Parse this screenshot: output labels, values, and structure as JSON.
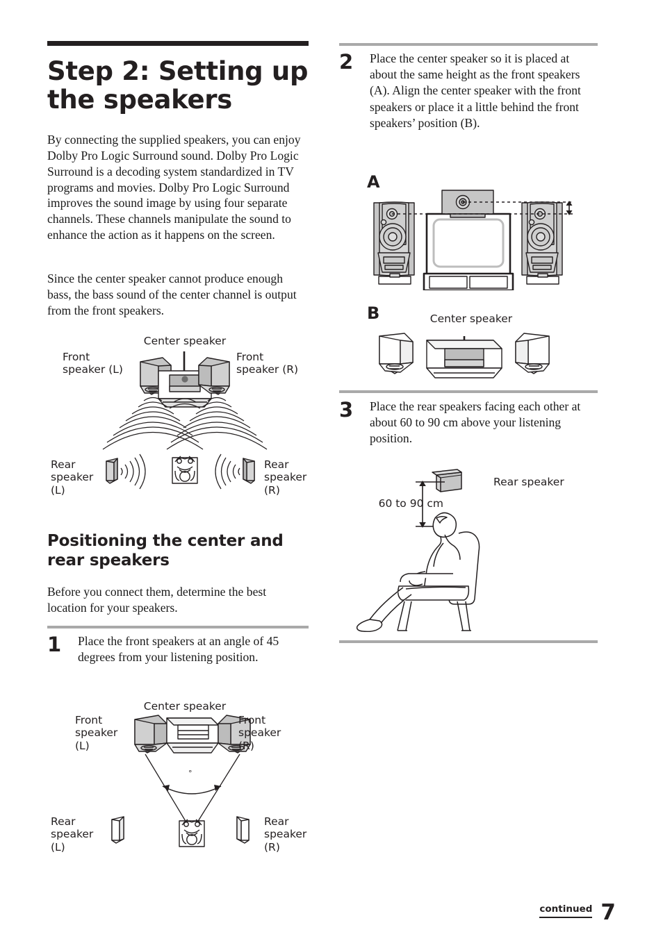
{
  "page": {
    "number": "7",
    "continued_label": "continued"
  },
  "left_column": {
    "title": "Step 2:  Setting up the speakers",
    "paragraphs": [
      "By connecting the supplied speakers, you can enjoy Dolby Pro Logic Surround sound. Dolby Pro Logic Surround is a decoding system standardized in TV programs and movies. Dolby Pro Logic Surround improves the sound image by using four separate channels. These channels manipulate the sound to enhance the action as it happens on the screen.",
      "Since the center speaker cannot produce enough bass, the bass sound of the center channel is output from the front speakers."
    ],
    "figure_surround": {
      "center_speaker": "Center speaker",
      "front_left": "Front\nspeaker (L)",
      "front_right": "Front\nspeaker (R)",
      "rear_left": "Rear\nspeaker\n(L)",
      "rear_right": "Rear\nspeaker\n(R)"
    },
    "subheading": "Positioning the center and rear speakers",
    "intro": "Before you connect them, determine the best location for your speakers.",
    "step1": {
      "number": "1",
      "text": "Place the front speakers at an angle of 45 degrees from your listening position."
    },
    "figure_angle": {
      "center_speaker": "Center speaker",
      "front_left": "Front\nspeaker\n(L)",
      "front_right": "Front\nspeaker\n(R)",
      "rear_left": "Rear\nspeaker\n(L)",
      "rear_right": "Rear\nspeaker\n(R)",
      "angle_mark": "°"
    }
  },
  "right_column": {
    "step2": {
      "number": "2",
      "text": "Place the center speaker so it is placed at about the same height as the front speakers (A). Align the center speaker with the front speakers or place it a little behind the front speakers’ position (B)."
    },
    "figure_a": {
      "letter": "A"
    },
    "figure_b": {
      "letter": "B",
      "center_speaker": "Center speaker"
    },
    "step3": {
      "number": "3",
      "text": "Place the rear speakers facing each other at about 60 to 90 cm above your listening position."
    },
    "figure_height": {
      "rear_speaker": "Rear speaker",
      "distance": "60 to 90 cm"
    }
  },
  "colors": {
    "ink": "#231f20",
    "rule_gray": "#a9a9a9",
    "speaker_fill": "#c6c6c6",
    "speaker_fill_light": "#d9d9d9"
  }
}
